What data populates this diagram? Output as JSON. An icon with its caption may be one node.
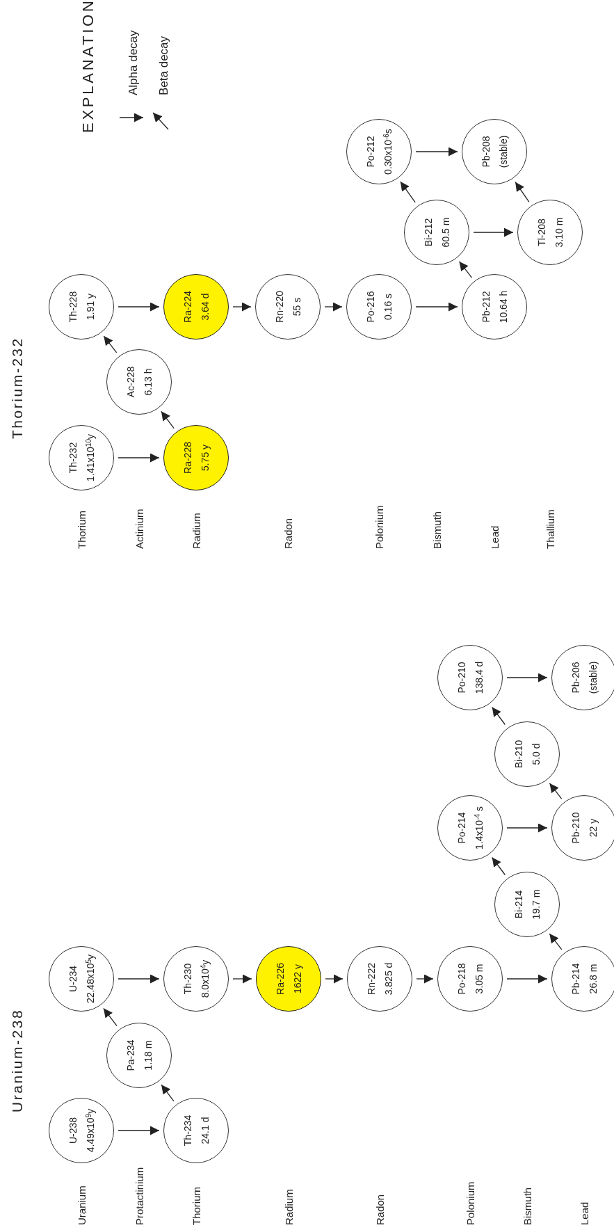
{
  "diagram": {
    "nodes": [
      {
        "text": [
          "U-238",
          "4.49x10$^{9}$y"
        ]
      },
      {
        "text": [
          "Th-234",
          "24.1 d"
        ]
      },
      {
        "text": [
          "Pa-234",
          "1.18 m"
        ]
      },
      {
        "text": [
          "U-234",
          "22.48x10$^{5}$y"
        ]
      },
      {
        "text": [
          "Th-230",
          "8.0x10$^{4}$y"
        ]
      },
      {
        "text": [
          "Ra-226",
          "1622 y"
        ]
      },
      {
        "text": [
          "Rn-222",
          "3.825 d"
        ]
      },
      {
        "text": [
          "Po-218",
          "3.05 m"
        ]
      },
      {
        "text": [
          "Pb-214",
          "26.8 m"
        ]
      },
      {
        "text": [
          "Bi-214",
          "19.7 m"
        ]
      },
      {
        "text": [
          "Po-214",
          "1.4x10$^{-4}$ s"
        ]
      },
      {
        "text": [
          "Pb-210",
          "22 y"
        ]
      },
      {
        "text": [
          "Bi-210",
          "5.0 d"
        ]
      },
      {
        "text": [
          "Po-210",
          "138.4 d"
        ]
      },
      {
        "text": [
          "Pb-206",
          "(stable)"
        ]
      },
      {
        "text": [
          "Th-232",
          "1.41x10$^{10}$y"
        ]
      },
      {
        "text": [
          "Ra-228",
          "5.75 y"
        ]
      },
      {
        "text": [
          "Ac-228",
          "6.13 h"
        ]
      },
      {
        "text": [
          "Th-228",
          "1.91 y"
        ]
      },
      {
        "text": [
          "Ra-224",
          "3.64 d"
        ]
      },
      {
        "text": [
          "Rn-220",
          "55 s"
        ]
      },
      {
        "text": [
          "Po-216",
          "0.16 s"
        ]
      },
      {
        "text": [
          "Pb-212",
          "10.64 h"
        ]
      },
      {
        "text": [
          "Bi-212",
          "60.5 m"
        ]
      },
      {
        "text": [
          "Po-212",
          "0.30x10$^{-6}$s"
        ]
      },
      {
        "text": [
          "Pb-208",
          "(stable)"
        ]
      },
      {
        "text": [
          "Tl-208",
          "3.10 m"
        ]
      }
    ],
    "edges": [
      {
        "from": 0,
        "to": 1,
        "arrow": "to"
      },
      {
        "from": 1,
        "to": 2,
        "arrow": "to"
      },
      {
        "from": 2,
        "to": 3,
        "arrow": "to"
      },
      {
        "from": 3,
        "to": 4,
        "arrow": "to"
      },
      {
        "from": 4,
        "to": 5,
        "arrow": "to"
      },
      {
        "from": 5,
        "to": 6,
        "arrow": "to"
      },
      {
        "from": 6,
        "to": 7,
        "arrow": "to"
      },
      {
        "from": 7,
        "to": 8,
        "arrow": "to"
      },
      {
        "from": 8,
        "to": 9,
        "arrow": "to"
      },
      {
        "from": 9,
        "to": 10,
        "arrow": "to"
      },
      {
        "from": 10,
        "to": 11,
        "arrow": "to"
      },
      {
        "from": 11,
        "to": 12,
        "arrow": "to"
      },
      {
        "from": 12,
        "to": 13,
        "arrow": "to"
      },
      {
        "from": 13,
        "to": 14,
        "arrow": "to"
      },
      {
        "from": 15,
        "to": 16,
        "arrow": "to"
      },
      {
        "from": 16,
        "to": 17,
        "arrow": "to"
      },
      {
        "from": 17,
        "to": 18,
        "arrow": "to"
      },
      {
        "from": 18,
        "to": 19,
        "arrow": "to"
      },
      {
        "from": 19,
        "to": 20,
        "arrow": "to"
      },
      {
        "from": 20,
        "to": 21,
        "arrow": "to"
      },
      {
        "from": 21,
        "to": 22,
        "arrow": "to"
      },
      {
        "from": 22,
        "to": 23,
        "arrow": "to"
      },
      {
        "from": 23,
        "to": 24,
        "arrow": "to"
      },
      {
        "from": 24,
        "to": 25,
        "arrow": "to"
      },
      {
        "from": 23,
        "to": 26,
        "arrow": "to"
      },
      {
        "from": 26,
        "to": 25,
        "arrow": "to"
      }
    ],
    "labels": [
      "Uranium-238",
      "Uranium",
      "Protactinium",
      "Thorium",
      "Radium",
      "Radon",
      "Polonium",
      "Bismuth",
      "Lead",
      "Thorium-232",
      "Thorium",
      "Actinium",
      "Radium",
      "Radon",
      "Polonium",
      "Bismuth",
      "Lead",
      "Thallium",
      "EXPLANATION"
    ],
    "legend": [
      {
        "text": "Alpha decay"
      },
      {
        "text": "Beta decay"
      }
    ]
  }
}
